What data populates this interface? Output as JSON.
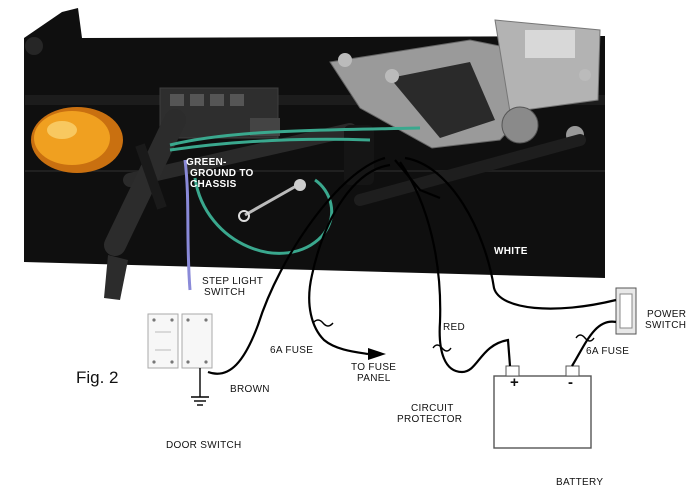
{
  "labels": {
    "green_ground_line1": "GREEN-",
    "green_ground_line2": "GROUND TO",
    "green_ground_line3": "CHASSIS",
    "white": "WHITE",
    "step_light_line1": "STEP LIGHT",
    "step_light_line2": "SWITCH",
    "fuse_left": "6A FUSE",
    "to_fuse_panel_line1": "TO FUSE",
    "to_fuse_panel_line2": "PANEL",
    "red": "RED",
    "brown": "BROWN",
    "circuit_protector_line1": "CIRCUIT",
    "circuit_protector_line2": "PROTECTOR",
    "power_switch_line1": "POWER",
    "power_switch_line2": "SWITCH",
    "fuse_right": "6A FUSE",
    "figure": "Fig. 2",
    "door_switch": "DOOR SWITCH",
    "battery": "BATTERY",
    "battery_plus": "+",
    "battery_minus": "-"
  },
  "colors": {
    "photo_background": "#0f0f0f",
    "green_wire": "#3aa88e",
    "blue_wire": "#8a8ad8",
    "amber_light": "#f0a020",
    "wire": "#000000"
  }
}
